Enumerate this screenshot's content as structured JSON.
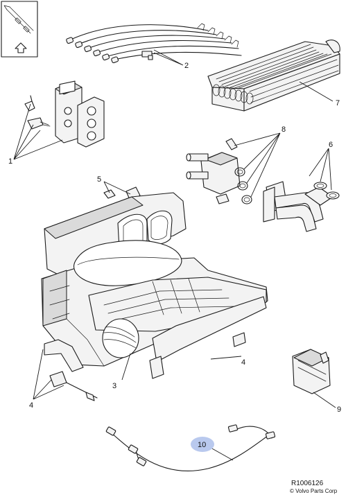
{
  "diagram": {
    "callouts": {
      "c1": "1",
      "c2": "2",
      "c3": "3",
      "c4a": "4",
      "c4b": "4",
      "c5": "5",
      "c6": "6",
      "c7": "7",
      "c8": "8",
      "c9": "9",
      "c10": "10"
    },
    "reference": "R1006126",
    "copyright": "© Volvo Parts Corp",
    "highlight_color": "#b9c9ee",
    "icons": [
      "orientation-arrow-icon"
    ]
  }
}
